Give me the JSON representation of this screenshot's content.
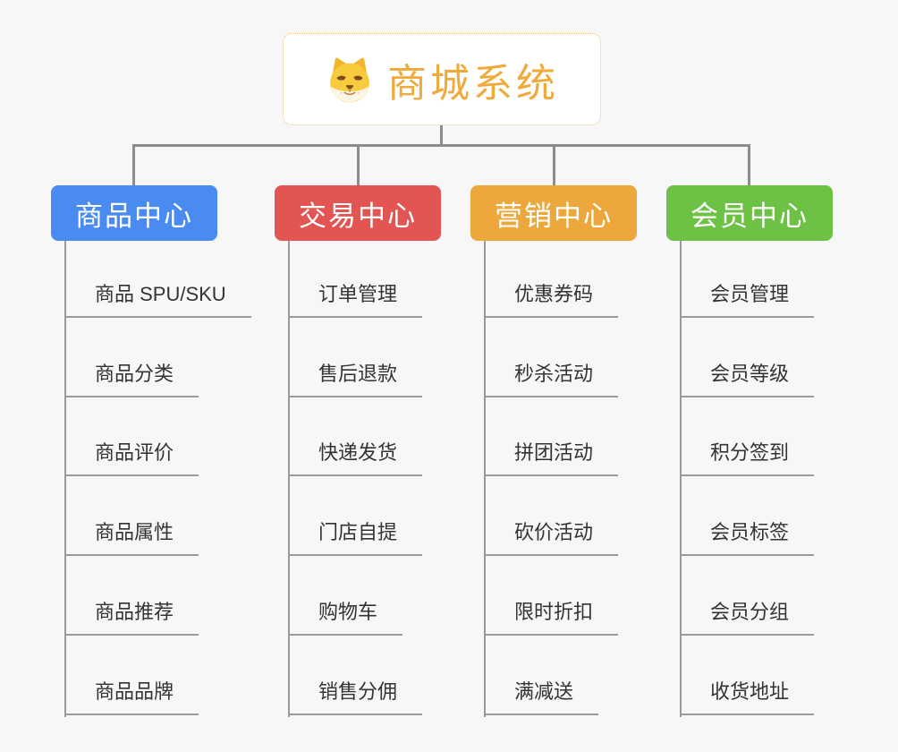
{
  "root": {
    "title": "商城系统",
    "icon": "dog-face-icon"
  },
  "branches": [
    {
      "id": "product-center",
      "label": "商品中心",
      "color": "#4A8BF2",
      "children": [
        "商品 SPU/SKU",
        "商品分类",
        "商品评价",
        "商品属性",
        "商品推荐",
        "商品品牌"
      ]
    },
    {
      "id": "trade-center",
      "label": "交易中心",
      "color": "#E25552",
      "children": [
        "订单管理",
        "售后退款",
        "快递发货",
        "门店自提",
        "购物车",
        "销售分佣"
      ]
    },
    {
      "id": "marketing-center",
      "label": "营销中心",
      "color": "#ECA83C",
      "children": [
        "优惠券码",
        "秒杀活动",
        "拼团活动",
        "砍价活动",
        "限时折扣",
        "满减送"
      ]
    },
    {
      "id": "member-center",
      "label": "会员中心",
      "color": "#6DC144",
      "children": [
        "会员管理",
        "会员等级",
        "积分签到",
        "会员标签",
        "会员分组",
        "收货地址"
      ]
    }
  ],
  "palette": {
    "background": "#F7F7F7",
    "root_border": "#F3BE6E",
    "root_text": "#F0A93B",
    "connector": "#8C8C8C",
    "leaf_line": "#9A9A9A",
    "leaf_text": "#333333"
  }
}
